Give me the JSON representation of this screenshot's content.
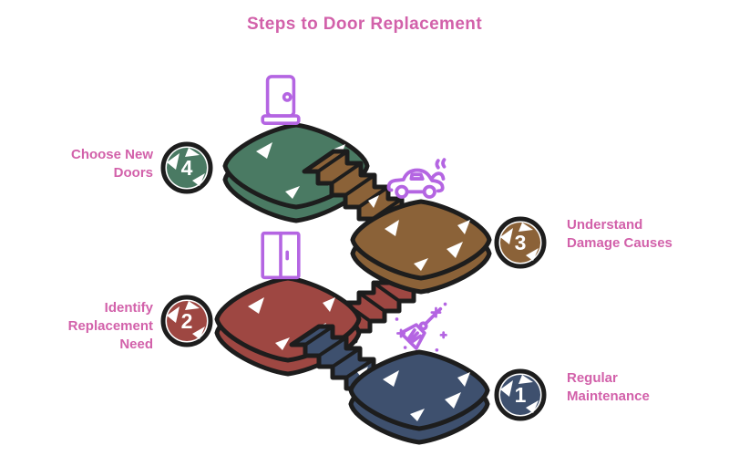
{
  "title": "Steps to Door Replacement",
  "colors": {
    "pink": "#d261aa",
    "outline": "#1d1d1d",
    "icon_purple": "#b465e2",
    "white": "#ffffff",
    "step1_blue": "#3e506e",
    "step2_red": "#9e4742",
    "step3_brown": "#8b6238",
    "step4_green": "#4a7a63"
  },
  "steps": [
    {
      "number": "1",
      "label": "Regular Maintenance",
      "color": "#3e506e",
      "icon": "broom-sparkles-icon"
    },
    {
      "number": "2",
      "label": "Identify Replacement Need",
      "color": "#9e4742",
      "icon": "double-door-icon"
    },
    {
      "number": "3",
      "label": "Understand Damage Causes",
      "color": "#8b6238",
      "icon": "broken-car-icon"
    },
    {
      "number": "4",
      "label": "Choose New Doors",
      "color": "#4a7a63",
      "icon": "door-icon"
    }
  ]
}
